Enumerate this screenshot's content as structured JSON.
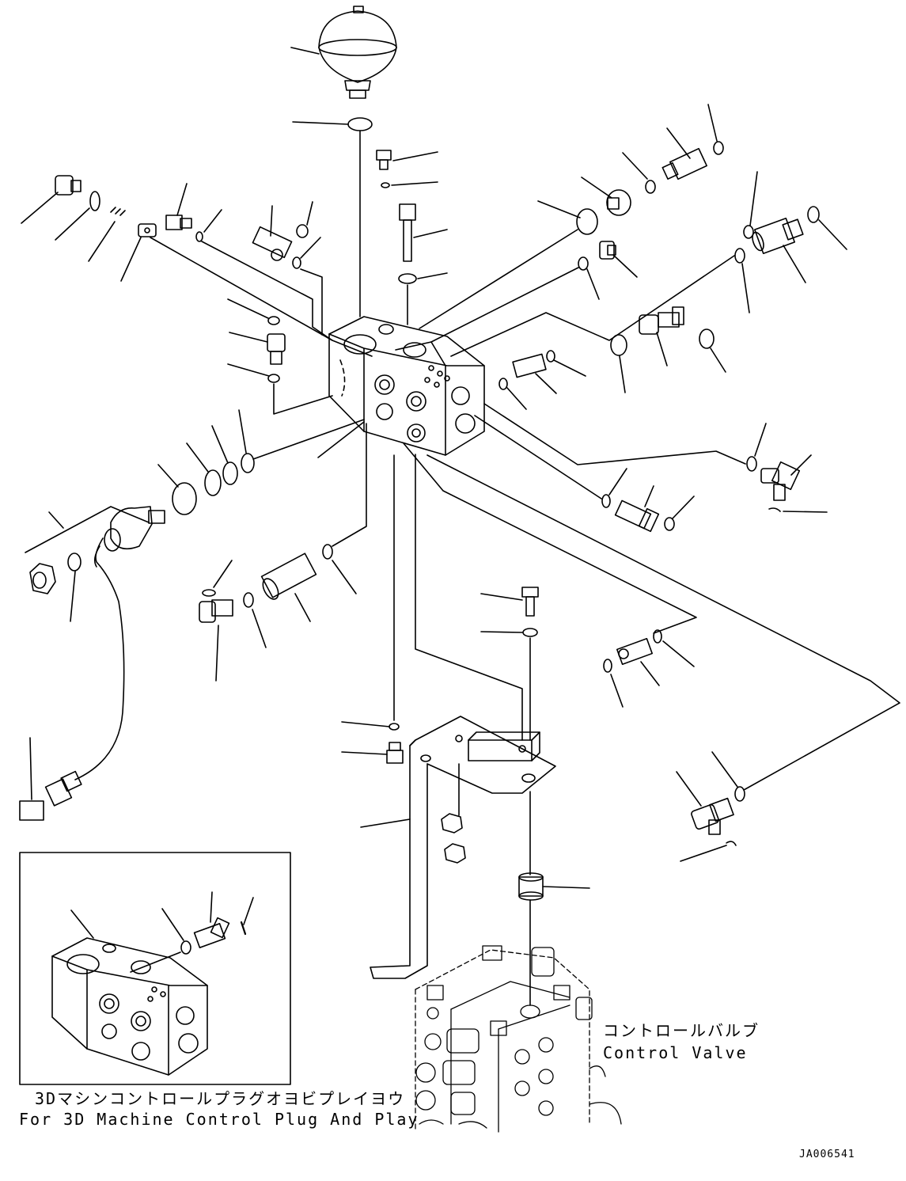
{
  "labels": {
    "control_valve_jp": "コントロールバルブ",
    "control_valve_en": "Control Valve",
    "inset_caption_jp": "3Dマシンコントロールプラグオヨビプレイヨウ",
    "inset_caption_en": "For 3D Machine Control Plug And Play",
    "drawing_number": "JA006541"
  }
}
